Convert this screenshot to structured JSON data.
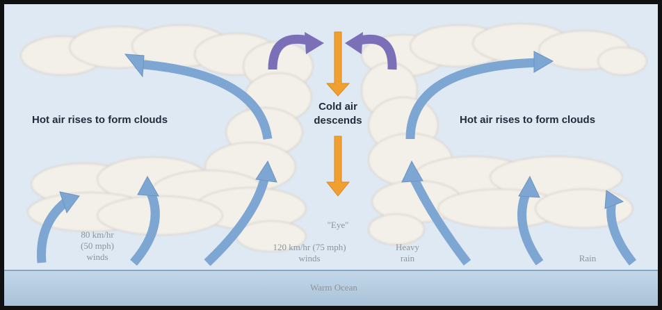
{
  "labels": {
    "left_rise": "Hot air rises to form clouds",
    "right_rise": "Hot air rises to form clouds",
    "cold_air_line1": "Cold air",
    "cold_air_line2": "descends",
    "eye": "\"Eye\"",
    "wind80_line1": "80 km/hr",
    "wind80_line2": "(50 mph)",
    "wind80_line3": "winds",
    "wind120_line1": "120 km/hr (75 mph)",
    "wind120_line2": "winds",
    "heavy_rain_line1": "Heavy",
    "heavy_rain_line2": "rain",
    "rain": "Rain",
    "ocean": "Warm Ocean"
  },
  "colors": {
    "sky": "#dfe9f3",
    "cloud": "#f4f0ea",
    "rise_arrow": "#7ea6d2",
    "outflow_arrow": "#7b70b8",
    "descend_arrow": "#f0a030",
    "ocean": "#b8cfe2"
  }
}
